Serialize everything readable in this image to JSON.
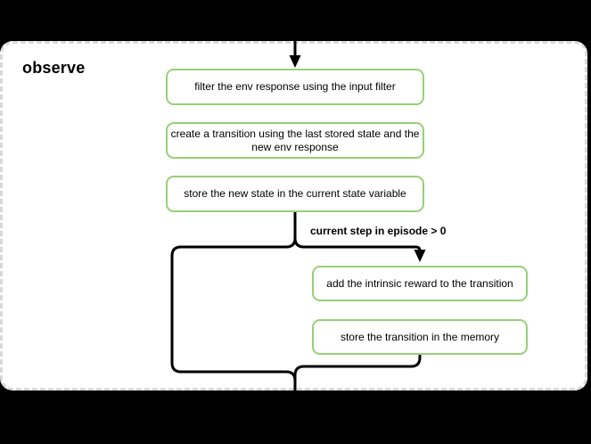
{
  "canvas": {
    "background_color": "#000000"
  },
  "container": {
    "title": "observe",
    "background_color": "#ffffff",
    "border_color": "#d9d9d9",
    "border_style": "dashed"
  },
  "flowchart": {
    "node_border_color": "#97d077",
    "node_fill_color": "#ffffff",
    "connector_color": "#000000",
    "nodes": [
      {
        "id": "filter-env-response",
        "label": "filter the env response using the input filter"
      },
      {
        "id": "create-transition",
        "label": "create a transition using the last stored state and the new env response"
      },
      {
        "id": "store-new-state",
        "label": "store the new state in the current state variable"
      },
      {
        "id": "add-intrinsic-reward",
        "label": "add the intrinsic reward to the transition"
      },
      {
        "id": "store-transition",
        "label": "store the transition in the memory"
      }
    ],
    "branch": {
      "condition_label": "current step in episode > 0"
    }
  }
}
